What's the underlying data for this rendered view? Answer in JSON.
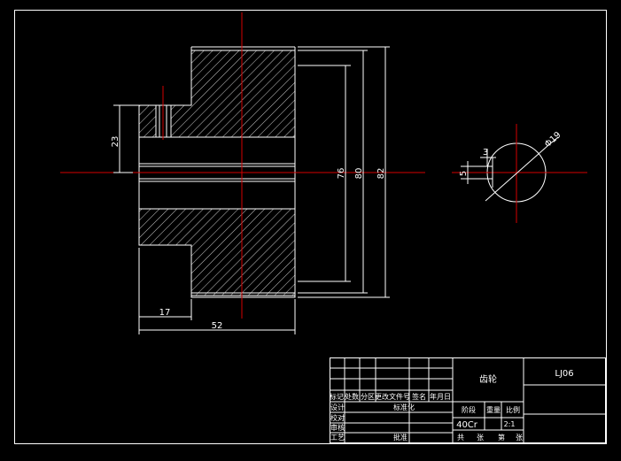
{
  "drawing": {
    "dimensions": {
      "d23": "23",
      "d17": "17",
      "d52": "52",
      "d76": "76",
      "d80": "80",
      "d82": "82",
      "d3": "3",
      "d5": "5",
      "d19": "Φ19"
    },
    "title_block": {
      "part_name": "齿轮",
      "drawing_no": "LJ06",
      "material": "40Cr",
      "scale": "2:1",
      "header_labels": [
        "标记",
        "处数",
        "分区",
        "更改文件号",
        "签名",
        "年月日"
      ],
      "row_design": "设计",
      "row_standardize": "标准化",
      "row_check": "校对",
      "row_review": "审核",
      "row_process": "工艺",
      "row_approve": "批准",
      "col_stage": "阶段",
      "col_weight": "重量",
      "col_scale": "比例",
      "total_sheets": "共",
      "sheet_word": "张",
      "sheet_no": "第",
      "sheet_word2": "张"
    }
  }
}
